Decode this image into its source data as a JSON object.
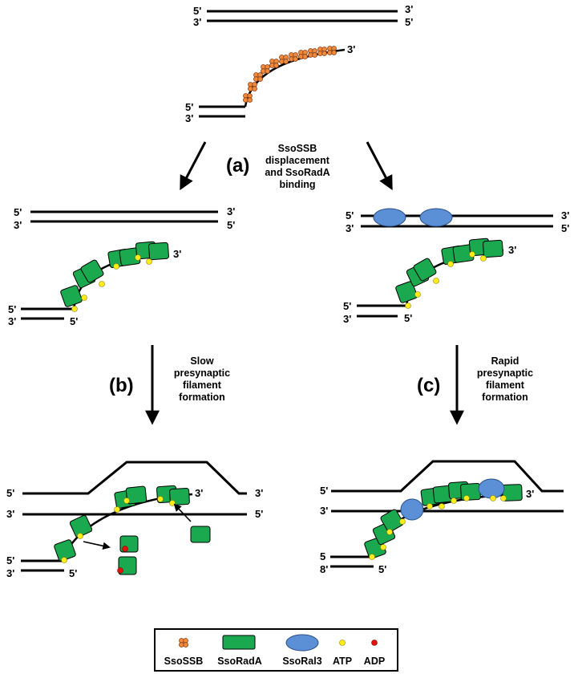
{
  "strand_labels": {
    "five": "5'",
    "three": "3'",
    "five_alt": "5",
    "three_alt": "8'"
  },
  "steps": {
    "a": {
      "label": "(a)",
      "desc": [
        "SsoSSB",
        "displacement",
        "and SsoRadA",
        "binding"
      ]
    },
    "b": {
      "label": "(b)",
      "desc": [
        "Slow",
        "presynaptic",
        "filament",
        "formation"
      ]
    },
    "c": {
      "label": "(c)",
      "desc": [
        "Rapid",
        "presynaptic",
        "filament",
        "formation"
      ]
    }
  },
  "legend": {
    "items": [
      {
        "name": "SsoSSB",
        "icon": "ssb-tetramer-icon"
      },
      {
        "name": "SsoRadA",
        "icon": "green-rectangle-icon"
      },
      {
        "name": "SsoRal3",
        "icon": "blue-ellipse-icon"
      },
      {
        "name": "ATP",
        "icon": "yellow-dot-icon"
      },
      {
        "name": "ADP",
        "icon": "red-dot-icon"
      }
    ]
  },
  "colors": {
    "ssb": "#f08a3c",
    "rada": "#1aa94f",
    "ral3": "#5b8fd6",
    "atp": "#ffec1a",
    "adp": "#e0140e"
  }
}
